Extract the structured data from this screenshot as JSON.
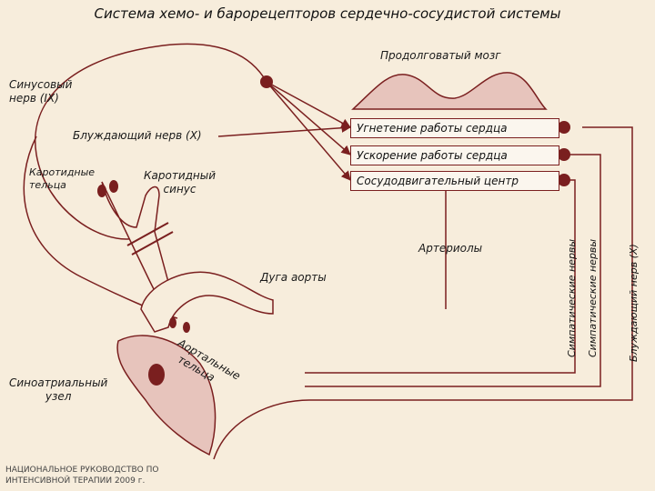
{
  "title": "Система хемо- и барорецепторов сердечно-сосудистой системы",
  "labels": {
    "medulla": "Продолговатый мозг",
    "sinus_nerve": "Синусовый\nнерв (IX)",
    "vagus_top": "Блуждающий нерв (X)",
    "carotid_bodies": "Каротидные\nтельца",
    "carotid_sinus": "Каротидный\nсинус",
    "arterioles": "Артериолы",
    "aortic_arch": "Дуга аорты",
    "aortic_bodies_1": "Аортальные",
    "aortic_bodies_2": "тельца",
    "sa_node": "Синоатриальный\nузел"
  },
  "centers": {
    "inhibition": "Угнетение работы сердца",
    "acceleration": "Ускорение работы сердца",
    "vasomotor": "Сосудодвигательный центр"
  },
  "nerves": {
    "sympathetic_1": "Симпатические нервы",
    "sympathetic_2": "Симпатические нервы",
    "vagus_right": "Блуждающий нерв (X)"
  },
  "footer": "НАЦИОНАЛЬНОЕ РУКОВОДСТВО ПО\nИНТЕНСИВНОЙ ТЕРАПИИ 2009 г.",
  "colors": {
    "background": "#f7eddc",
    "line": "#7a1f1f",
    "fill": "#e7c4bc",
    "dark_fill": "#7a1f1f"
  }
}
